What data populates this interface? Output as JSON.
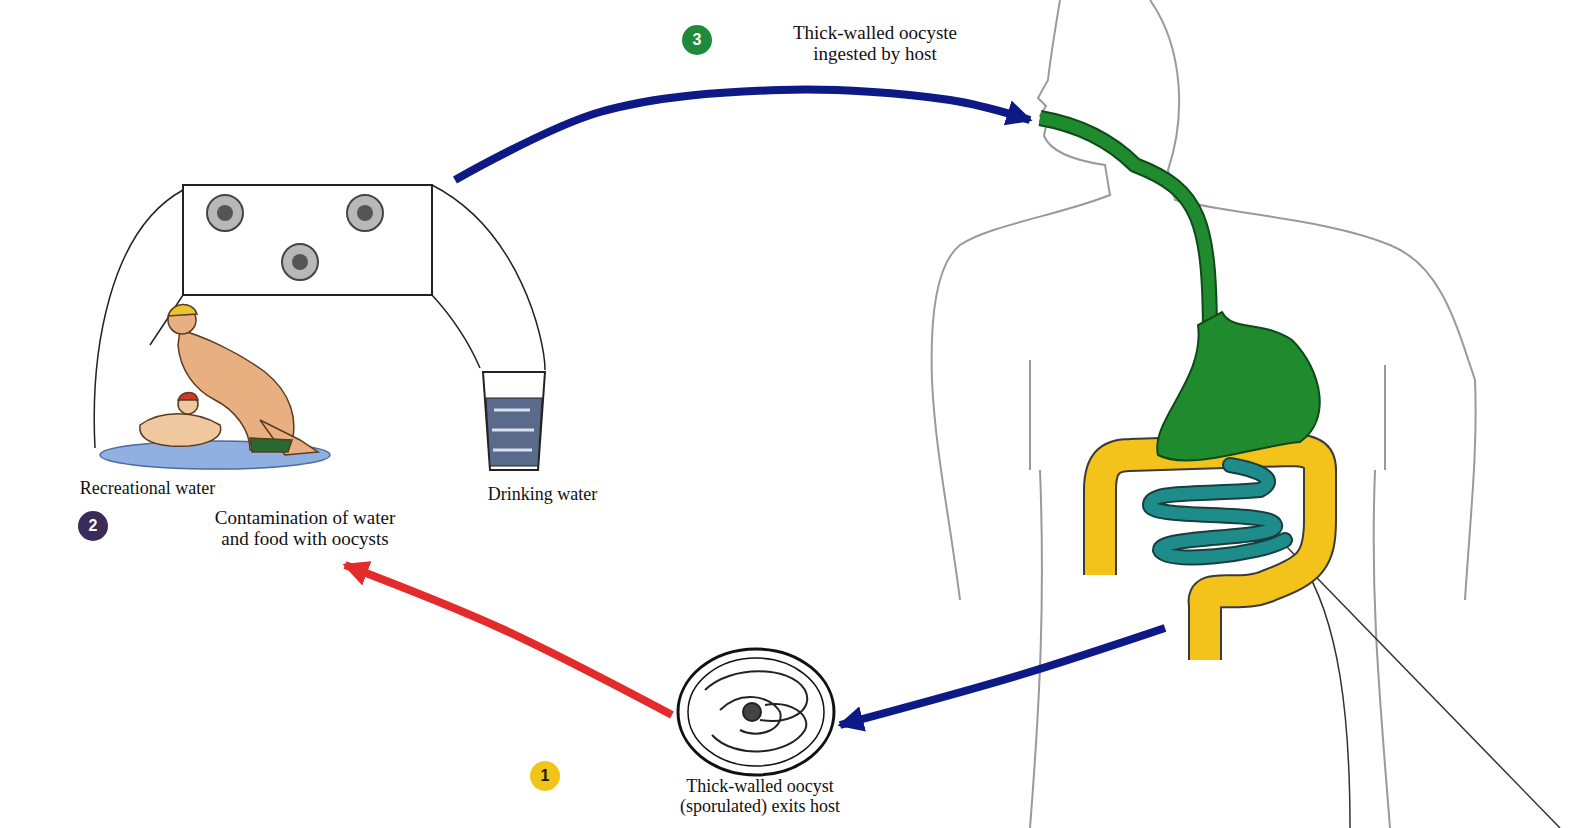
{
  "diagram": {
    "nodes": [
      {
        "text": [
          "Contamination of water and food with oocysts"
        ]
      },
      {
        "text": [
          "Thick-walled oocyste ingested by host"
        ]
      },
      {
        "text": [
          "Thick-walled oocyst (sporulated) exits host"
        ]
      }
    ],
    "edges": [
      {
        "from": 0,
        "to": 1,
        "arrow": "to"
      },
      {
        "from": 1,
        "to": 2,
        "arrow": "to"
      },
      {
        "from": 2,
        "to": 0,
        "arrow": "to"
      }
    ],
    "labels": [
      "3",
      "Recreational water",
      "Drinking water",
      "2",
      "1"
    ]
  }
}
